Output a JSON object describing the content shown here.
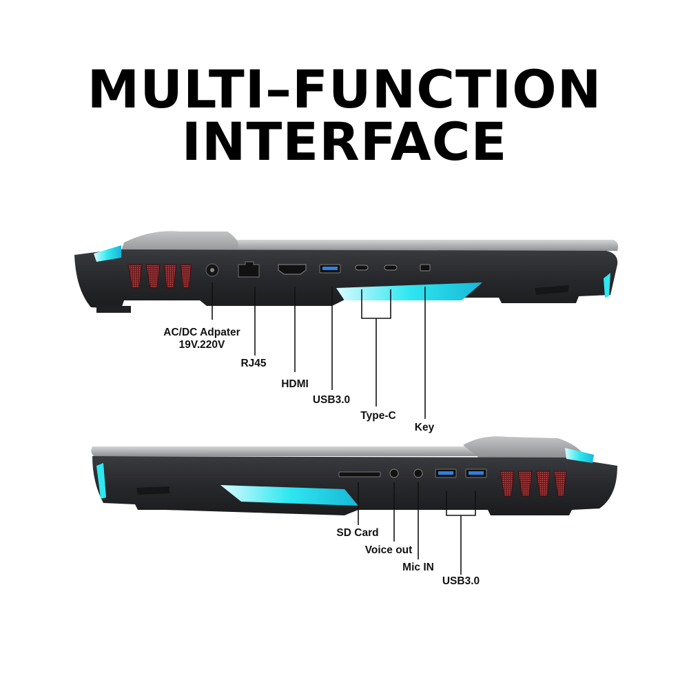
{
  "title": {
    "line1": "MULTI–FUNCTION",
    "line2": "INTERFACE"
  },
  "left_side_ports": {
    "ac_dc_line1": "AC/DC Adpater",
    "ac_dc_line2": "19V.220V",
    "rj45": "RJ45",
    "hdmi": "HDMI",
    "usb30": "USB3.0",
    "type_c": "Type-C",
    "key": "Key"
  },
  "right_side_ports": {
    "sd_card": "SD Card",
    "voice_out": "Voice out",
    "mic_in": "Mic IN",
    "usb30": "USB3.0"
  },
  "colors": {
    "accent_cyan": "#2fe7f0",
    "vent_red": "#7a1f22",
    "usb_blue": "#2f7fe0",
    "body_dark": "#2a2a2d",
    "lid_grey": "#a7a9ac"
  }
}
